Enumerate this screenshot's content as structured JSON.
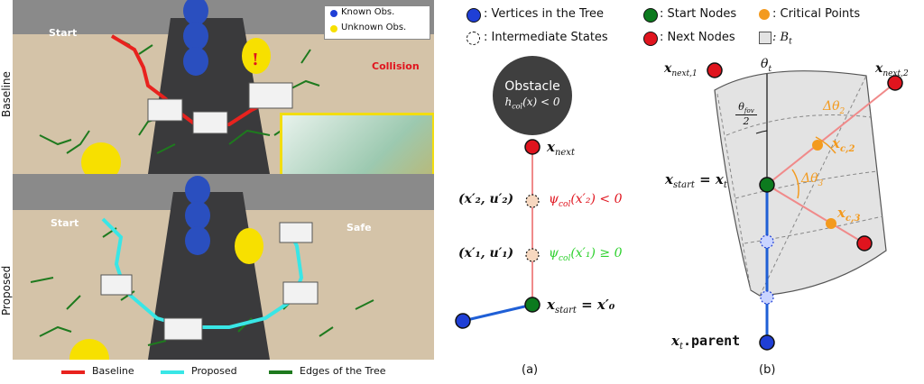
{
  "photos": {
    "baseline_label": "Baseline",
    "proposed_label": "Proposed",
    "start_label_top": "Start",
    "start_label_bottom": "Start",
    "collision_label": "Collision",
    "safe_label": "Safe",
    "legend_box": {
      "known": "Known Obs.",
      "unknown": "Unknown Obs."
    },
    "bottom_legend": {
      "baseline": "Baseline",
      "proposed": "Proposed",
      "edges": "Edges of the Tree"
    }
  },
  "legend": {
    "vertices": ": Vertices in the Tree",
    "start": ": Start Nodes",
    "critical": ": Critical Points",
    "intermediate": ": Intermediate States",
    "next": ": Next Nodes",
    "bt": ": B",
    "bt_sub": "t"
  },
  "panel_a": {
    "obstacle_title": "Obstacle",
    "obstacle_cond": "h",
    "obstacle_cond_sub": "col",
    "obstacle_cond_rest": "(x) < 0",
    "x_next": "x",
    "x_next_sub": "next",
    "state2": "(x′₂, u′₂)",
    "psi2": "ψ",
    "psi2_sub": "col",
    "psi2_rest": "(x′₂) < 0",
    "state1": "(x′₁, u′₁)",
    "psi1": "ψ",
    "psi1_sub": "col",
    "psi1_rest": "(x′₁) ≥ 0",
    "xstart": "x",
    "xstart_sub": "start",
    "xstart_rest": " = x′₀",
    "caption": "(a)"
  },
  "panel_b": {
    "xnext1": "x",
    "xnext1_sub": "next,1",
    "xnext2": "x",
    "xnext2_sub": "next,2",
    "theta": "θ",
    "theta_sub": "t",
    "thetafov_num": "θ",
    "thetafov_num_sub": "fov",
    "thetafov_den": "2",
    "dtheta2": "Δθ",
    "dtheta2_sub": "2",
    "dtheta3": "Δθ",
    "dtheta3_sub": "3",
    "xc2": "x",
    "xc2_sub": "c,2",
    "xc3": "x",
    "xc3_sub": "c,3",
    "xstart": "x",
    "xstart_sub": "start",
    "xstart_rest": " = x",
    "xstart_rest_sub": "t",
    "parent": "x",
    "parent_sub": "t",
    "parent_rest": ".parent",
    "caption": "(b)"
  },
  "colors": {
    "blue": "#1f3fd6",
    "green": "#0c7a1e",
    "red": "#e0141e",
    "orange": "#f39a1e",
    "baseline_path": "#e8221e",
    "proposed_path": "#39e6e6",
    "tree_edge": "#1e7a1e",
    "link_red": "#f08a8a",
    "obstacle": "#3f3f3f"
  }
}
